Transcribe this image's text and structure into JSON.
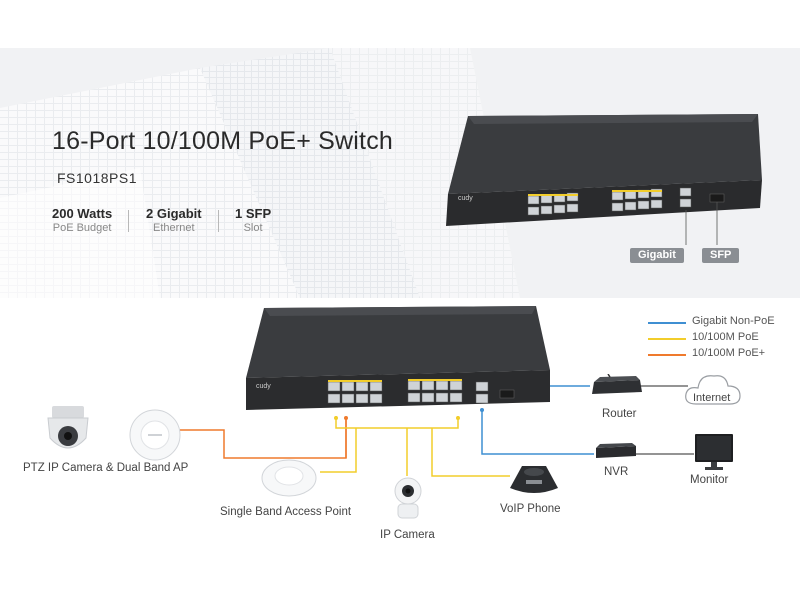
{
  "header": {
    "title": "16-Port 10/100M PoE+ Switch",
    "model": "FS1018PS1",
    "specs": [
      {
        "value": "200 Watts",
        "label": "PoE Budget"
      },
      {
        "value": "2 Gigabit",
        "label": "Ethernet"
      },
      {
        "value": "1 SFP",
        "label": "Slot"
      }
    ]
  },
  "product": {
    "brand": "cudy",
    "callouts": {
      "gigabit": "Gigabit",
      "sfp": "SFP"
    }
  },
  "legend": [
    {
      "label": "Gigabit Non-PoE",
      "color": "#3f8fd2"
    },
    {
      "label": "10/100M PoE",
      "color": "#f2cd2b"
    },
    {
      "label": "10/100M PoE+",
      "color": "#ef7a2d"
    }
  ],
  "devices": {
    "router": "Router",
    "internet": "Internet",
    "nvr": "NVR",
    "monitor": "Monitor",
    "ptz": "PTZ IP Camera & Dual Band AP",
    "single_ap": "Single Band Access Point",
    "ip_camera": "IP Camera",
    "voip": "VoIP Phone"
  }
}
